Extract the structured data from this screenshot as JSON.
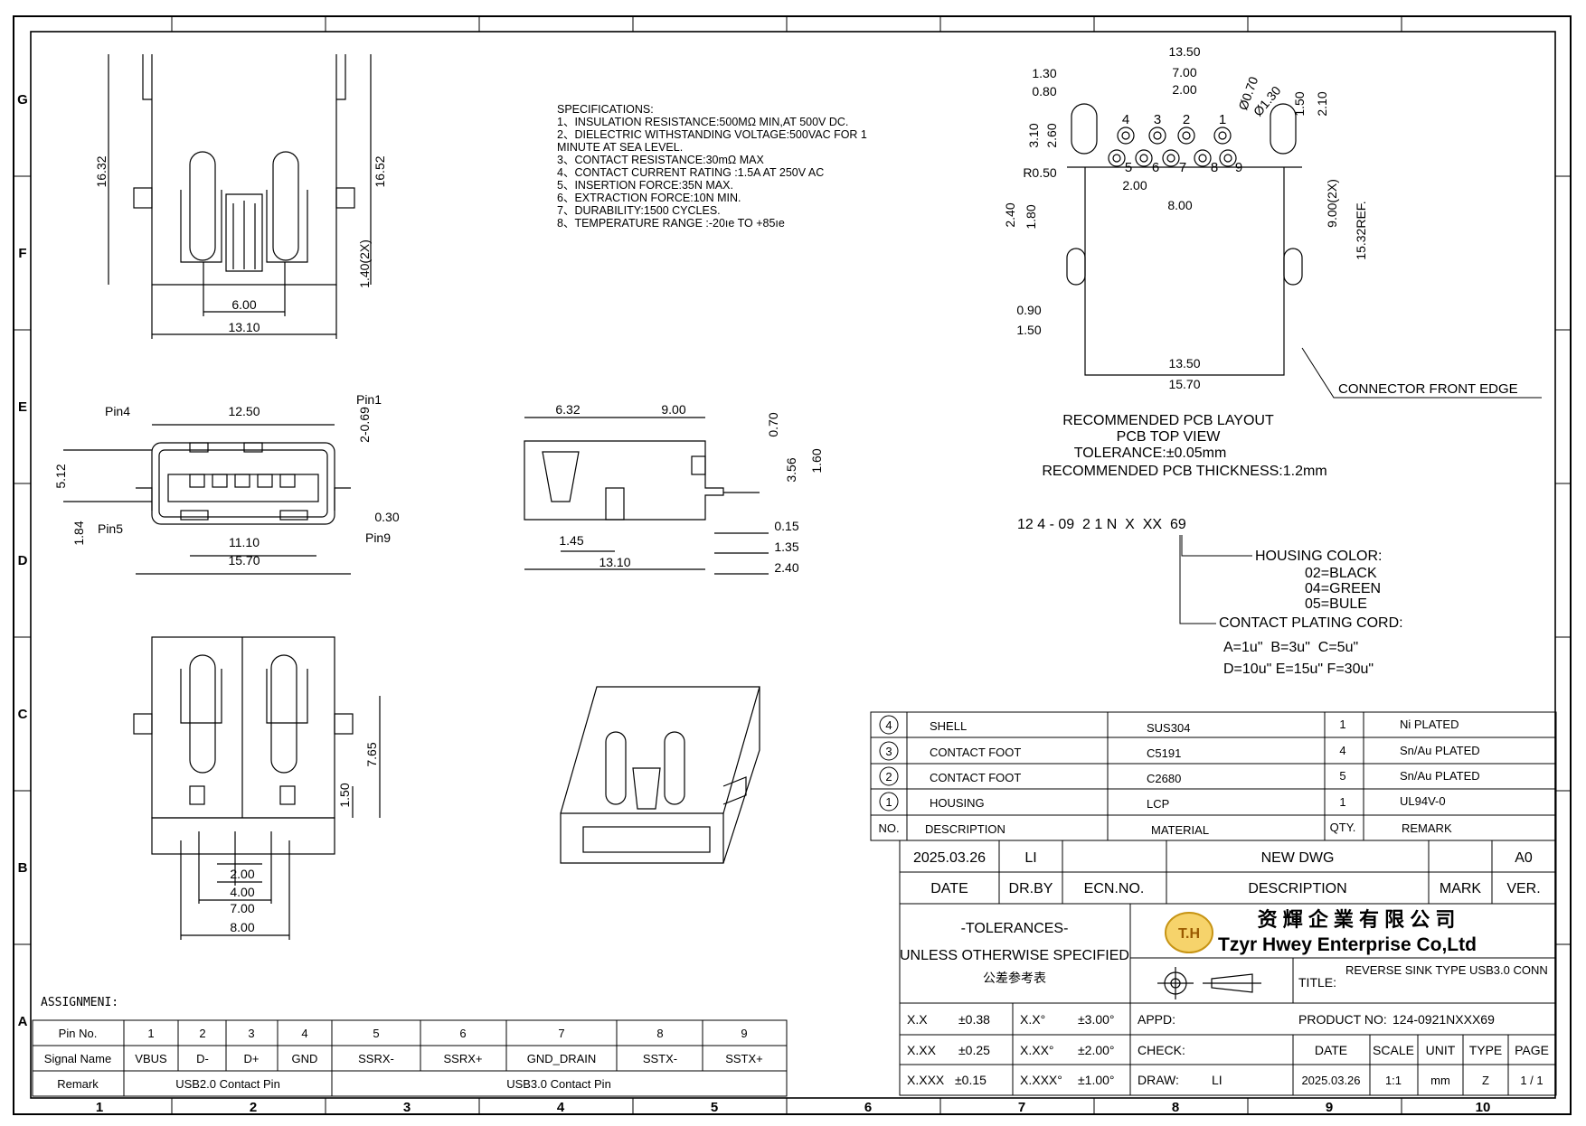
{
  "frame": {
    "col_labels": [
      "1",
      "2",
      "3",
      "4",
      "5",
      "6",
      "7",
      "8",
      "9",
      "10"
    ],
    "row_labels": [
      "G",
      "F",
      "E",
      "D",
      "C",
      "B",
      "A"
    ]
  },
  "specifications": {
    "title": "SPECIFICATIONS:",
    "lines": [
      "1、INSULATION RESISTANCE:500MΩ MIN,AT 500V DC.",
      "2、DIELECTRIC WITHSTANDING VOLTAGE:500VAC FOR 1",
      "MINUTE AT SEA LEVEL.",
      "3、CONTACT RESISTANCE:30mΩ MAX",
      "4、CONTACT CURRENT RATING :1.5A AT 250V AC",
      "5、INSERTION FORCE:35N MAX.",
      "6、EXTRACTION FORCE:10N MIN.",
      "7、DURABILITY:1500 CYCLES.",
      "8、TEMPERATURE RANGE :-20ıe TO +85ıe"
    ]
  },
  "front_view": {
    "dims": {
      "h1": "16.32",
      "h2": "16.52",
      "w1": "6.00",
      "w2": "13.10",
      "p": "1.40(2X)"
    }
  },
  "end_view": {
    "dims": {
      "top": "12.50",
      "h": "5.12",
      "h2": "2-0.69",
      "inner": "11.10",
      "outer": "15.70",
      "foot": "1.84",
      "t": "0.30"
    },
    "pins": {
      "pin4": "Pin4",
      "pin1": "Pin1",
      "pin5": "Pin5",
      "pin9": "Pin9"
    }
  },
  "side_view": {
    "dims": {
      "a": "6.32",
      "b": "9.00",
      "c": "0.70",
      "d": "3.56",
      "e": "1.60",
      "f": "1.45",
      "g": "13.10",
      "h": "0.15",
      "i": "1.35",
      "j": "2.40"
    }
  },
  "pcb_layout": {
    "dims": {
      "d1350": "13.50",
      "d700": "7.00",
      "d200": "2.00",
      "d130": "1.30",
      "d080": "0.80",
      "d070": "Ø0.70",
      "d1301": "Ø1.30",
      "d150": "1.50",
      "d210": "2.10",
      "d310": "3.10",
      "d260": "2.60",
      "r050": "R0.50",
      "d200b": "2.00",
      "d800": "8.00",
      "d900": "9.00(2X)",
      "d1532": "15.32REF.",
      "d240": "2.40",
      "d180": "1.80",
      "d090": "0.90",
      "d150b": "1.50",
      "d1350b": "13.50",
      "d1570": "15.70"
    },
    "pin_nums_top": [
      "4",
      "3",
      "2",
      "1"
    ],
    "pin_nums_bottom": [
      "5",
      "6",
      "7",
      "8",
      "9"
    ],
    "front_edge": "CONNECTOR FRONT EDGE",
    "captions": [
      "RECOMMENDED PCB LAYOUT",
      "PCB TOP VIEW",
      "TOLERANCE:±0.05mm",
      "RECOMMENDED PCB THICKNESS:1.2mm"
    ]
  },
  "part_number": {
    "code": "12 4 - 09  2 1 N  X  XX  69",
    "housing_title": "HOUSING COLOR:",
    "housing_options": [
      "02=BLACK",
      "04=GREEN",
      "05=BULE"
    ],
    "plating_title": "CONTACT PLATING CORD:",
    "plating_options": [
      "A=1u\"  B=3u\"  C=5u\"",
      "D=10u\" E=15u\" F=30u\""
    ]
  },
  "bottom_view": {
    "dims": {
      "a": "7.65",
      "b": "1.50",
      "c": "2.00",
      "d": "4.00",
      "e": "7.00",
      "f": "8.00"
    }
  },
  "bom": {
    "rows": [
      {
        "no": "4",
        "desc": "SHELL",
        "material": "SUS304",
        "qty": "1",
        "remark": "Ni PLATED"
      },
      {
        "no": "3",
        "desc": "CONTACT FOOT",
        "material": "C5191",
        "qty": "4",
        "remark": "Sn/Au PLATED"
      },
      {
        "no": "2",
        "desc": "CONTACT FOOT",
        "material": "C2680",
        "qty": "5",
        "remark": "Sn/Au PLATED"
      },
      {
        "no": "1",
        "desc": "HOUSING",
        "material": "LCP",
        "qty": "1",
        "remark": "UL94V-0"
      }
    ],
    "header": {
      "no": "NO.",
      "desc": "DESCRIPTION",
      "material": "MATERIAL",
      "qty": "QTY.",
      "remark": "REMARK"
    }
  },
  "revision": {
    "date": "2025.03.26",
    "drby": "LI",
    "desc": "NEW DWG",
    "ver": "A0",
    "h_date": "DATE",
    "h_drby": "DR.BY",
    "h_ecn": "ECN.NO.",
    "h_desc": "DESCRIPTION",
    "h_mark": "MARK",
    "h_ver": "VER."
  },
  "title_block": {
    "tol_title": "-TOLERANCES-",
    "tol_sub": "UNLESS OTHERWISE SPECIFIED",
    "tol_cn": "公差参考表",
    "company_cn": "资 輝 企 業 有 限 公 司",
    "company_en": "Tzyr Hwey Enterprise Co,Ltd",
    "logo": "T.H",
    "title_label": "TITLE:",
    "title_value": "REVERSE SINK TYPE USB3.0 CONN",
    "product_label": "PRODUCT NO:",
    "product_value": "124-0921NXXX69",
    "tol": [
      [
        "X.X",
        "±0.38",
        "X.X°",
        "±3.00°"
      ],
      [
        "X.XX",
        "±0.25",
        "X.XX°",
        "±2.00°"
      ],
      [
        "X.XXX",
        "±0.15",
        "X.XXX°",
        "±1.00°"
      ]
    ],
    "appd": "APPD:",
    "check": "CHECK:",
    "draw": "DRAW:",
    "drawer": "LI",
    "h_date": "DATE",
    "h_scale": "SCALE",
    "h_unit": "UNIT",
    "h_type": "TYPE",
    "h_page": "PAGE",
    "v_date": "2025.03.26",
    "v_scale": "1:1",
    "v_unit": "mm",
    "v_type": "Z",
    "v_page": "1 / 1"
  },
  "assignment": {
    "title": "ASSIGNMENI:",
    "pin_label": "Pin No.",
    "signal_label": "Signal Name",
    "remark_label": "Remark",
    "pins": [
      "1",
      "2",
      "3",
      "4",
      "5",
      "6",
      "7",
      "8",
      "9"
    ],
    "signals": [
      "VBUS",
      "D-",
      "D+",
      "GND",
      "SSRX-",
      "SSRX+",
      "GND_DRAIN",
      "SSTX-",
      "SSTX+"
    ],
    "remark_usb2": "USB2.0 Contact Pin",
    "remark_usb3": "USB3.0 Contact Pin"
  }
}
